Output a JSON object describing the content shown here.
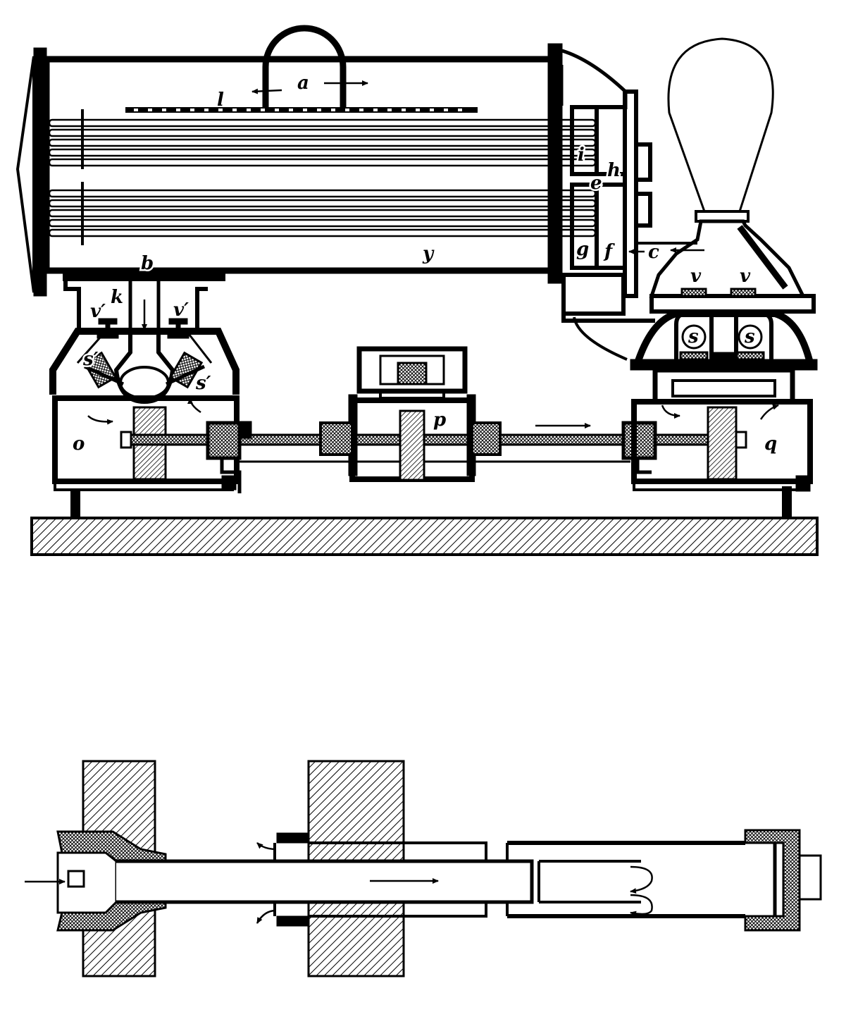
{
  "figure_top": {
    "description": "Sectional elevation of a refrigerating machine",
    "labels": {
      "a": "a",
      "l": "l",
      "b": "b",
      "k": "k",
      "v_prime_left": "v′",
      "v_prime_right": "v′",
      "s_prime_left": "s′",
      "s_prime_right": "s′",
      "i": "i",
      "h": "h",
      "e": "e",
      "g": "g",
      "f": "f",
      "c": "c",
      "y": "y",
      "v_left": "v",
      "v_right": "v",
      "s_left": "s",
      "s_right": "s",
      "o": "o",
      "p": "p",
      "q": "q"
    }
  },
  "figure_bottom": {
    "description": "Section of a double-tube coil joint"
  },
  "colors": {
    "ink": "#000000",
    "paper": "#ffffff"
  }
}
